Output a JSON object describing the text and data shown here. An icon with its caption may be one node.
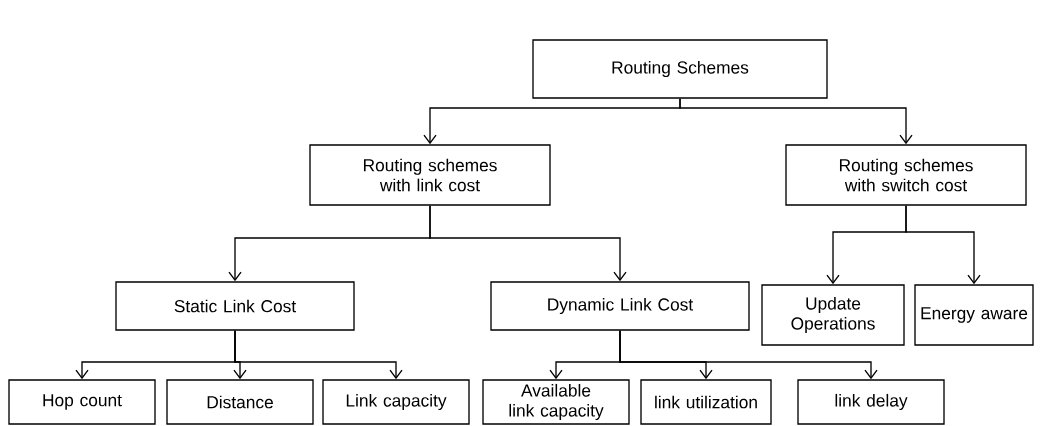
{
  "diagram": {
    "nodes": [
      {
        "text": [
          "Routing Schemes"
        ]
      },
      {
        "text": [
          "Routing schemes with link cost"
        ]
      },
      {
        "text": [
          "Routing schemes with switch cost"
        ]
      },
      {
        "text": [
          "Static Link Cost"
        ]
      },
      {
        "text": [
          "Dynamic Link Cost"
        ]
      },
      {
        "text": [
          "Update Operations"
        ]
      },
      {
        "text": [
          "Energy aware"
        ]
      },
      {
        "text": [
          "Hop count"
        ]
      },
      {
        "text": [
          "Distance"
        ]
      },
      {
        "text": [
          "Link capacity"
        ]
      },
      {
        "text": [
          "Available link capacity"
        ]
      },
      {
        "text": [
          "link utilization"
        ]
      },
      {
        "text": [
          "link delay"
        ]
      }
    ],
    "edges": [
      {
        "from": 0,
        "to": 1,
        "arrow": "to"
      },
      {
        "from": 0,
        "to": 2,
        "arrow": "to"
      },
      {
        "from": 1,
        "to": 3,
        "arrow": "to"
      },
      {
        "from": 1,
        "to": 4,
        "arrow": "to"
      },
      {
        "from": 2,
        "to": 5,
        "arrow": "to"
      },
      {
        "from": 2,
        "to": 6,
        "arrow": "to"
      },
      {
        "from": 3,
        "to": 7,
        "arrow": "to"
      },
      {
        "from": 3,
        "to": 8,
        "arrow": "to"
      },
      {
        "from": 3,
        "to": 9,
        "arrow": "to"
      },
      {
        "from": 4,
        "to": 10,
        "arrow": "to"
      },
      {
        "from": 4,
        "to": 11,
        "arrow": "to"
      },
      {
        "from": 4,
        "to": 12,
        "arrow": "to"
      }
    ]
  }
}
